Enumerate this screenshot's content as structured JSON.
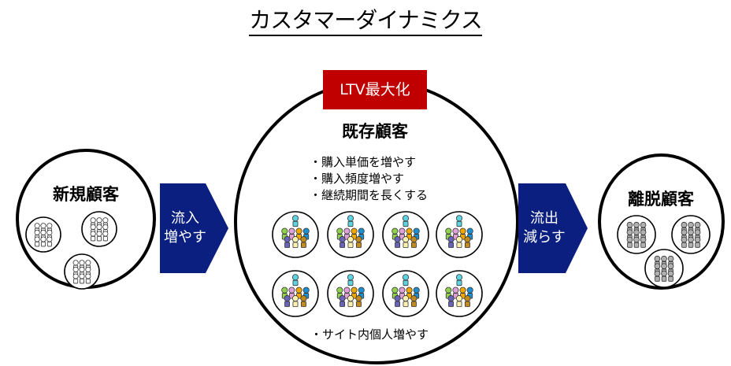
{
  "title": "カスタマーダイナミクス",
  "new_customers": {
    "label": "新規顧客"
  },
  "existing_customers": {
    "badge": "LTV最大化",
    "label": "既存顧客",
    "bullets": [
      "購入単価を増やす",
      "購入頻度増やす",
      "継続期間を長くする"
    ],
    "bottom_bullet": "サイト内個人増やす"
  },
  "churned_customers": {
    "label": "離脱顧客"
  },
  "arrows": {
    "inflow": {
      "line1": "流入",
      "line2": "増やす"
    },
    "outflow": {
      "line1": "流出",
      "line2": "減らす"
    }
  },
  "colors": {
    "arrow": "#0b1f80",
    "badge": "#c00000",
    "person_cyan": "#5ed3e0",
    "person_green": "#92d050",
    "person_pink": "#e0a0d8",
    "person_orange": "#f0a800",
    "person_blue": "#1e90d0",
    "person_purple": "#6a64b8",
    "person_cream": "#fff2b0",
    "person_brown": "#c08a20",
    "person_gray": "#b0b0b0"
  }
}
